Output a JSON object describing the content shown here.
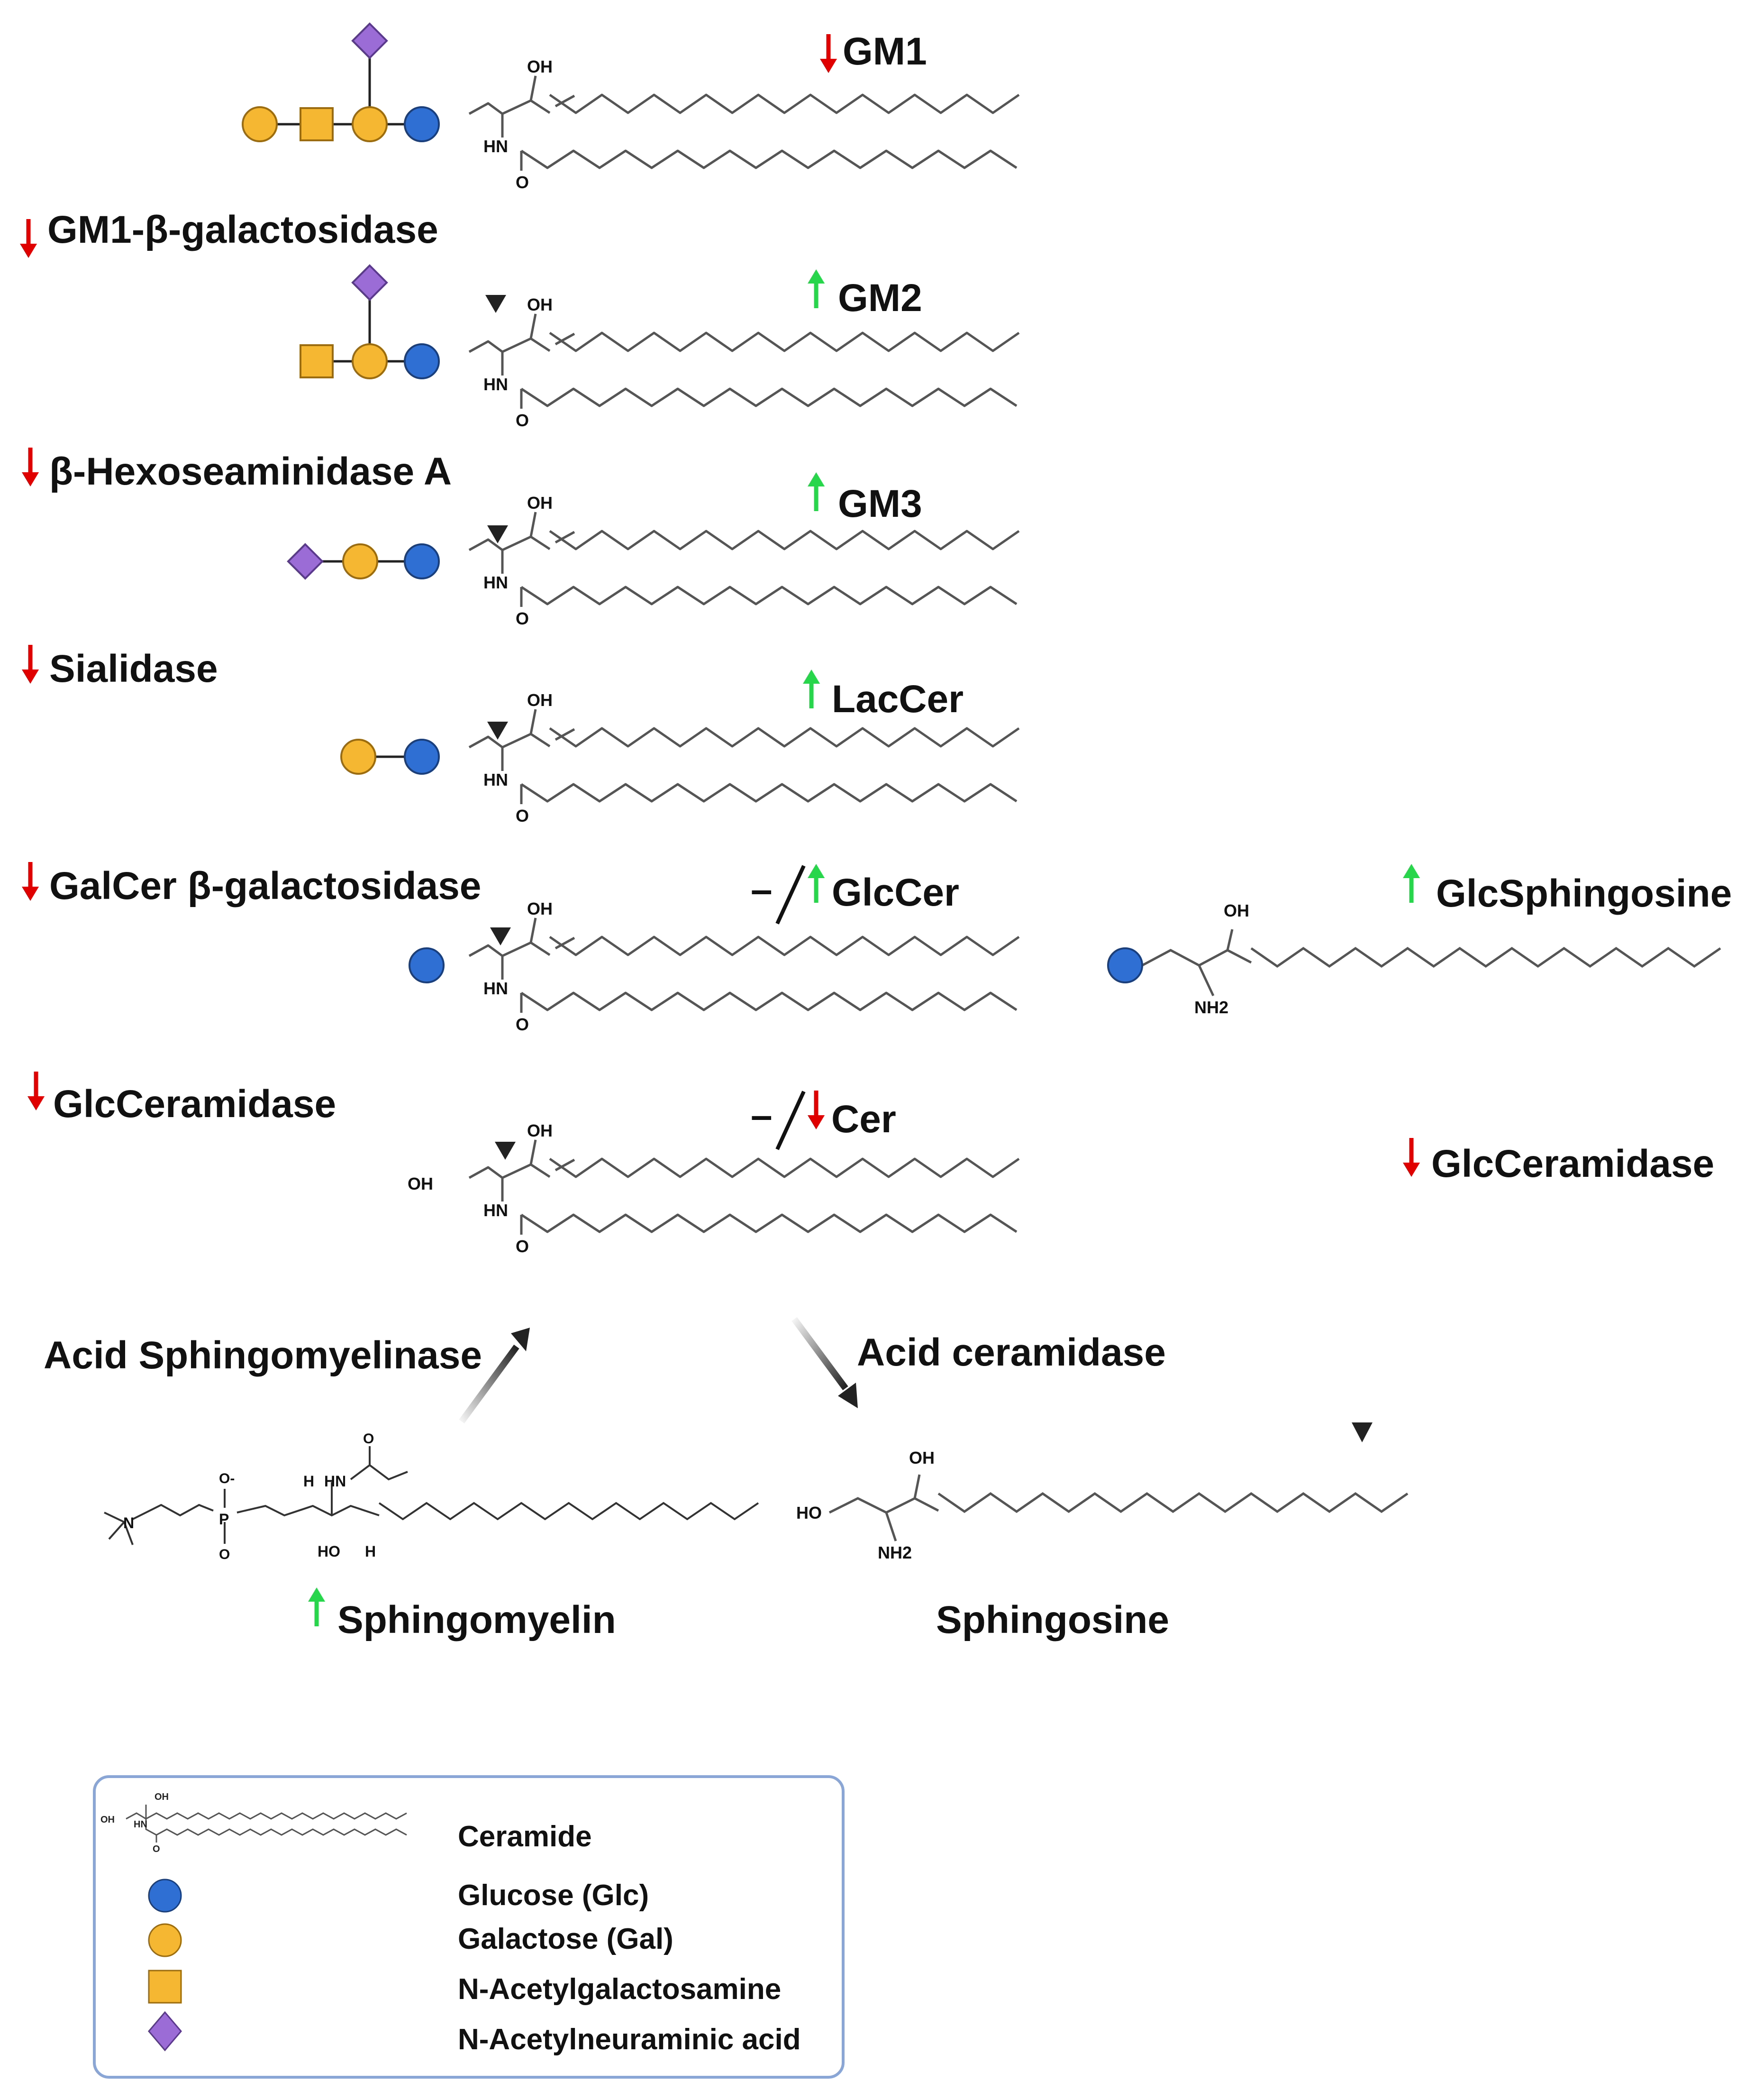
{
  "colors": {
    "glucose": "#2f6fd4",
    "galactose": "#f5b731",
    "galnac": "#f5b731",
    "sialic": "#9b6bd6",
    "down": "#e00000",
    "up": "#27d64a",
    "legend_border": "#8aa6d6"
  },
  "metabolites": [
    {
      "name": "GM1",
      "trend": "down"
    },
    {
      "name": "GM2",
      "trend": "up"
    },
    {
      "name": "GM3",
      "trend": "up"
    },
    {
      "name": "LacCer",
      "trend": "up"
    },
    {
      "name": "GlcCer",
      "trend": "none/up",
      "dash": "–"
    },
    {
      "name": "Cer",
      "trend": "none/down",
      "dash": "–"
    },
    {
      "name": "GlcSphingosine",
      "trend": "up"
    },
    {
      "name": "Sphingomyelin",
      "trend": "up"
    },
    {
      "name": "Sphingosine",
      "trend": "none"
    }
  ],
  "enzymes": [
    {
      "name": "GM1-β-galactosidase",
      "trend": "down"
    },
    {
      "name": "β-Hexoseaminidase A",
      "trend": "down"
    },
    {
      "name": "Sialidase",
      "trend": "down"
    },
    {
      "name": "GalCer β-galactosidase",
      "trend": "down"
    },
    {
      "name": "GlcCeramidase",
      "trend": "down"
    },
    {
      "name": "GlcCeramidase",
      "trend": "down"
    },
    {
      "name": "Acid Sphingomyelinase",
      "trend": "none"
    },
    {
      "name": "Acid ceramidase",
      "trend": "none"
    }
  ],
  "chem_labels": {
    "oh": "OH",
    "hn": "HN",
    "o": "O",
    "nh2": "NH2",
    "ho": "HO",
    "h": "H",
    "p": "P",
    "n": "N",
    "o_minus": "O-"
  },
  "legend": {
    "items": [
      {
        "name": "Ceramide",
        "icon": "ceramide-structure"
      },
      {
        "name": "Glucose (Glc)",
        "icon": "blue-circle"
      },
      {
        "name": "Galactose (Gal)",
        "icon": "yellow-circle"
      },
      {
        "name": "N-Acetylgalactosamine",
        "icon": "yellow-square"
      },
      {
        "name": "N-Acetylneuraminic acid",
        "icon": "purple-diamond"
      }
    ]
  }
}
